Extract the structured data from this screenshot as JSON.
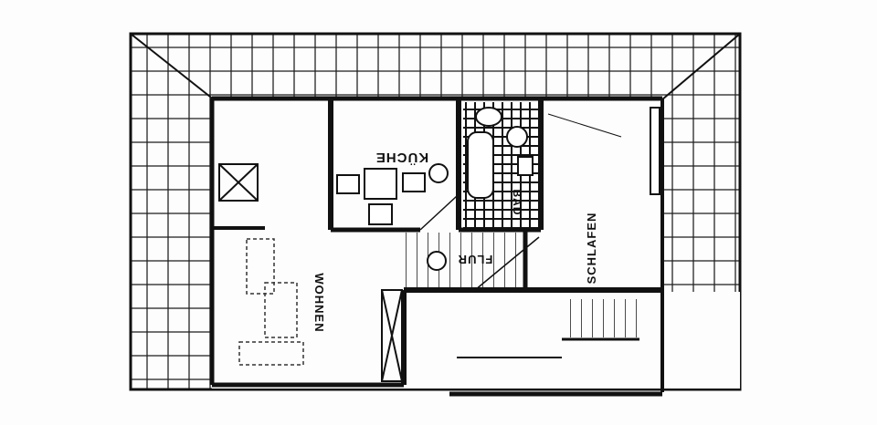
{
  "plan": {
    "rooms": {
      "kitchen": "KÜCHE",
      "bath": "BAD",
      "hall": "FLUR",
      "bedroom": "SCHLAFEN",
      "living": "WOHNEN"
    }
  },
  "colors": {
    "ink": "#111111",
    "paper": "#fdfdfd"
  }
}
